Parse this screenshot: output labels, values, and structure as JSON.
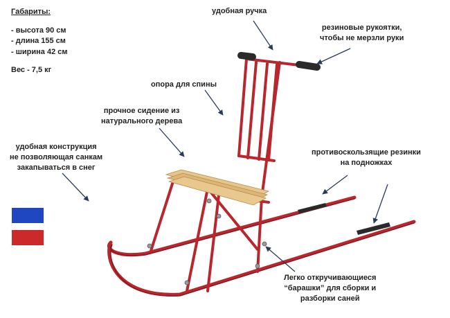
{
  "specs": {
    "title": "Габариты:",
    "items": [
      "- высота 90 см",
      "- длина 155 см",
      "- ширина 42 см"
    ],
    "weight": "Вес - 7,5 кг"
  },
  "labels": {
    "handle": "удобная ручка",
    "grips": [
      "резиновые рукоятки,",
      "чтобы не мерзли руки"
    ],
    "backrest": "опора для спины",
    "seat": [
      "прочное сидение из",
      "натурального дерева"
    ],
    "design": [
      "удобная конструкция",
      "не позволяющая санкам",
      "закапываться в снег"
    ],
    "footpads": [
      "противоскользящие резинки",
      "на подножках"
    ],
    "wingnuts": [
      "Легко откручивающиеся",
      "“барашки” для сборки и",
      "разборки саней"
    ]
  },
  "colors": {
    "frame": "#b8262e",
    "frame_dark": "#7e1418",
    "wood": "#e7c68d",
    "rubber": "#2a2a2a",
    "flag_blue": "#1f47c2",
    "flag_red": "#cc2a2a"
  }
}
